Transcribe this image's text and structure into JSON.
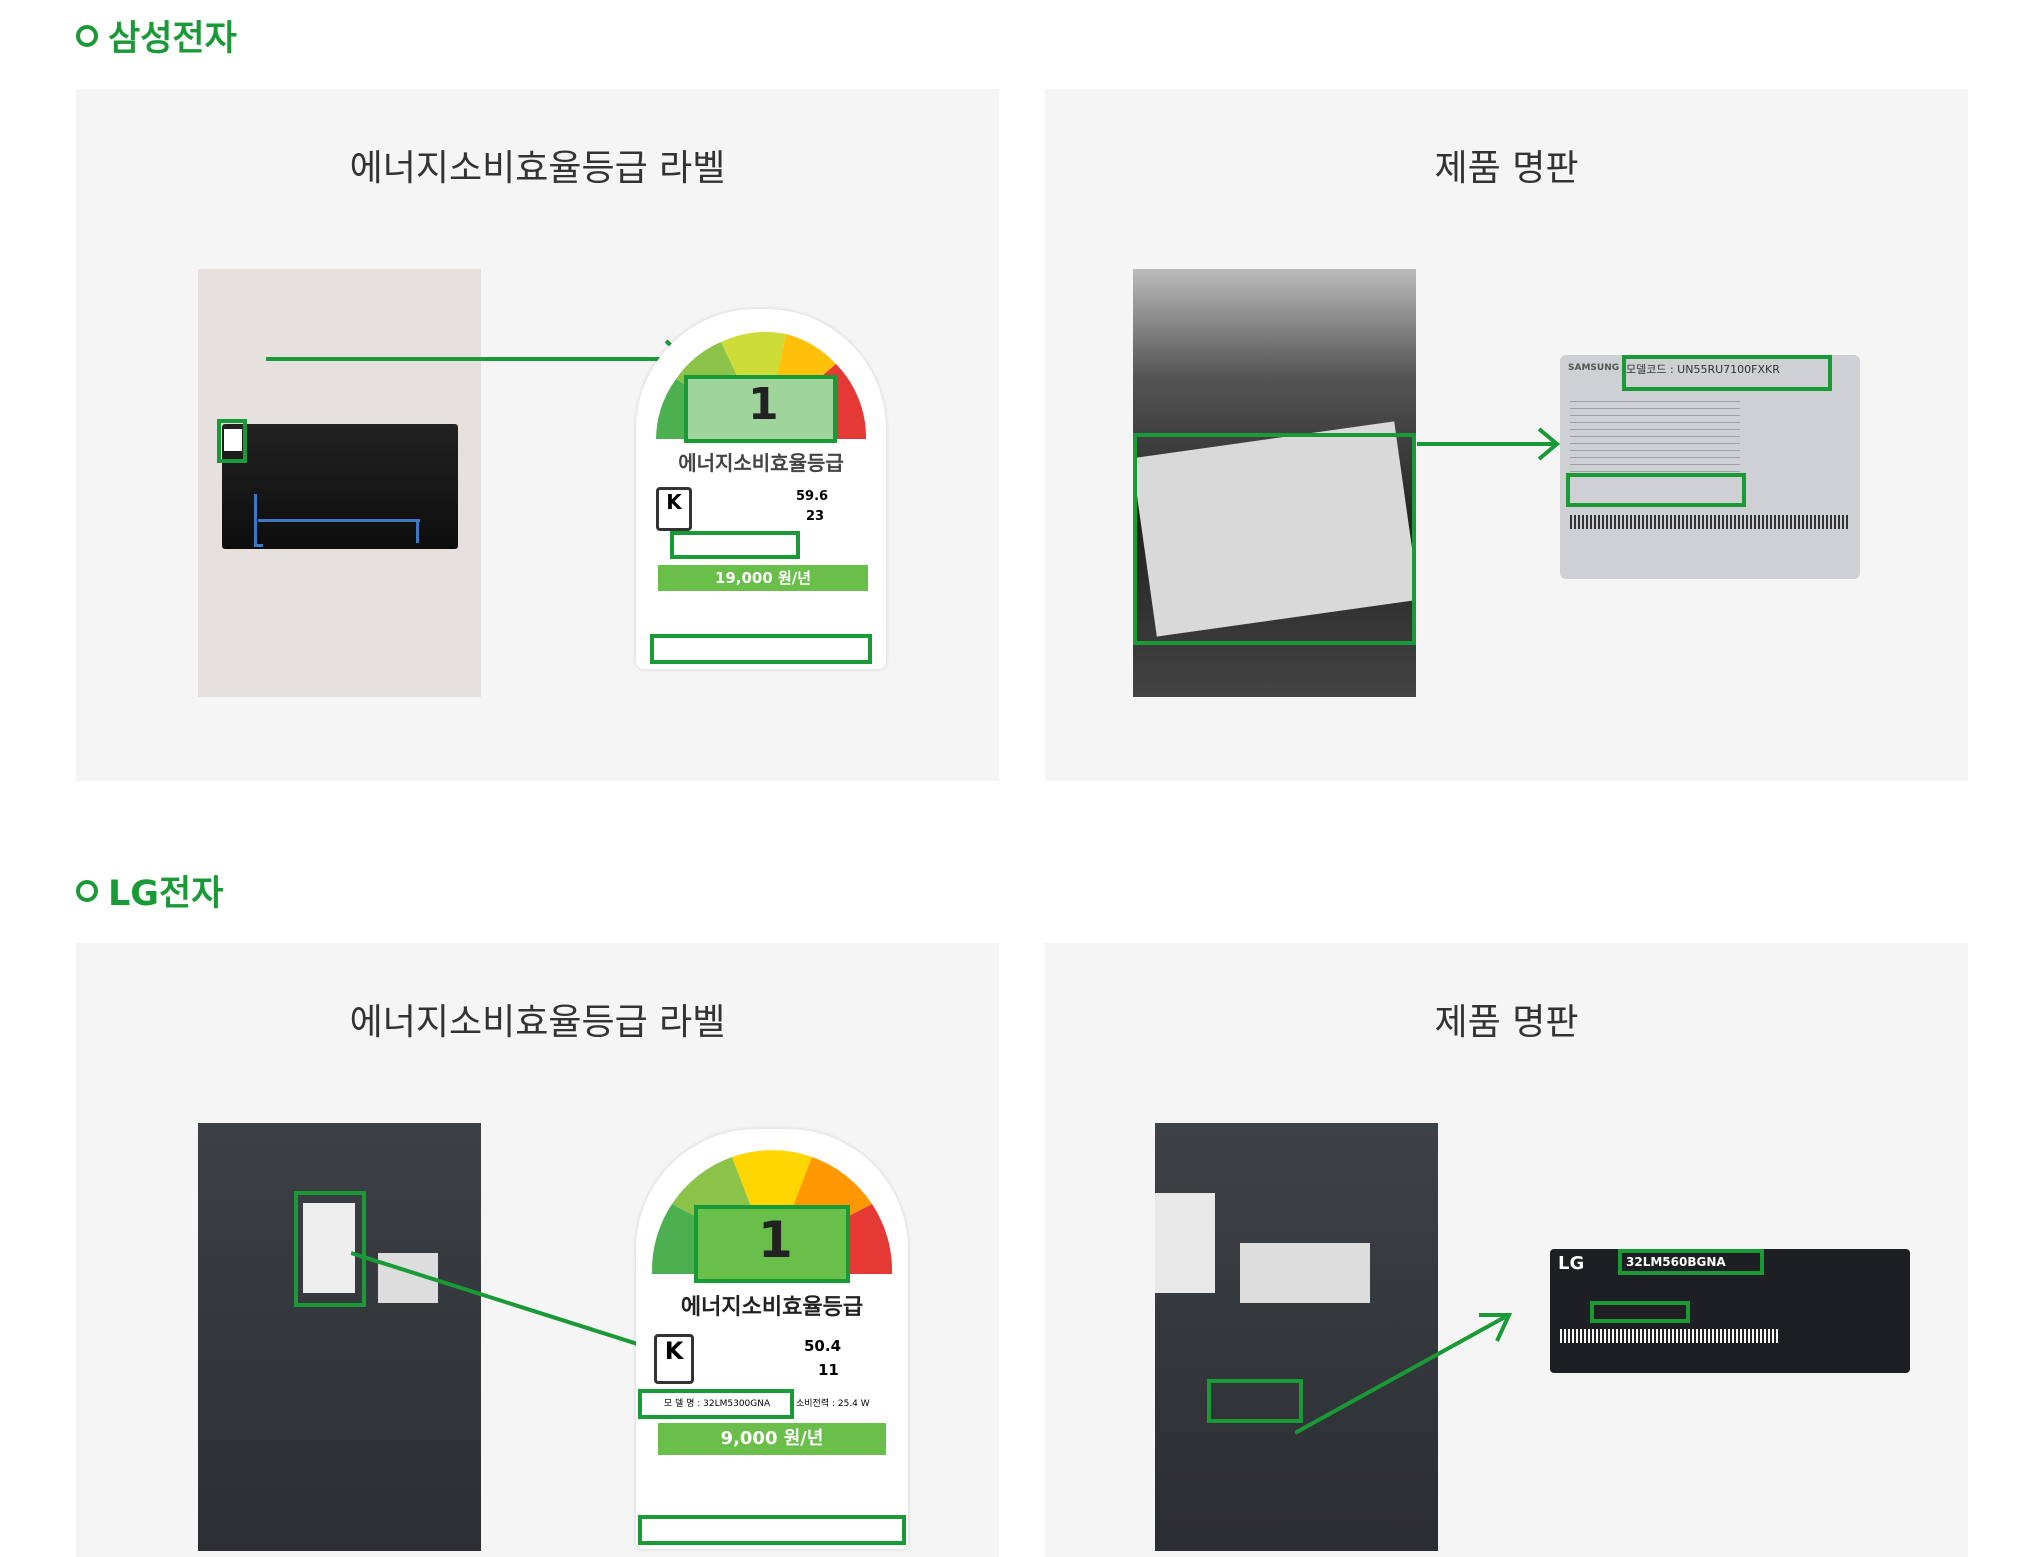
{
  "sections": [
    {
      "title": "삼성전자",
      "panels": [
        {
          "title": "에너지소비효율등급 라벨"
        },
        {
          "title": "제품 명판"
        }
      ],
      "label": {
        "grade": "1",
        "heading": "에너지소비효율등급",
        "price": "19,000 원/년",
        "power": "59.6",
        "co2": "23"
      },
      "nameplate": {
        "brand": "SAMSUNG",
        "model": "모델코드 : UN55RU7100FXKR"
      }
    },
    {
      "title": "LG전자",
      "panels": [
        {
          "title": "에너지소비효율등급 라벨"
        },
        {
          "title": "제품 명판"
        }
      ],
      "label": {
        "grade": "1",
        "heading": "에너지소비효율등급",
        "price": "9,000 원/년",
        "power": "50.4",
        "co2": "11",
        "model": "모 델 명 : 32LM5300GNA",
        "standby": "소비전력 : 25.4 W"
      },
      "nameplate": {
        "brand": "LG",
        "model": "32LM560BGNA"
      }
    }
  ],
  "colors": {
    "accent": "#1a9a37",
    "panel": "#f5f5f5"
  }
}
